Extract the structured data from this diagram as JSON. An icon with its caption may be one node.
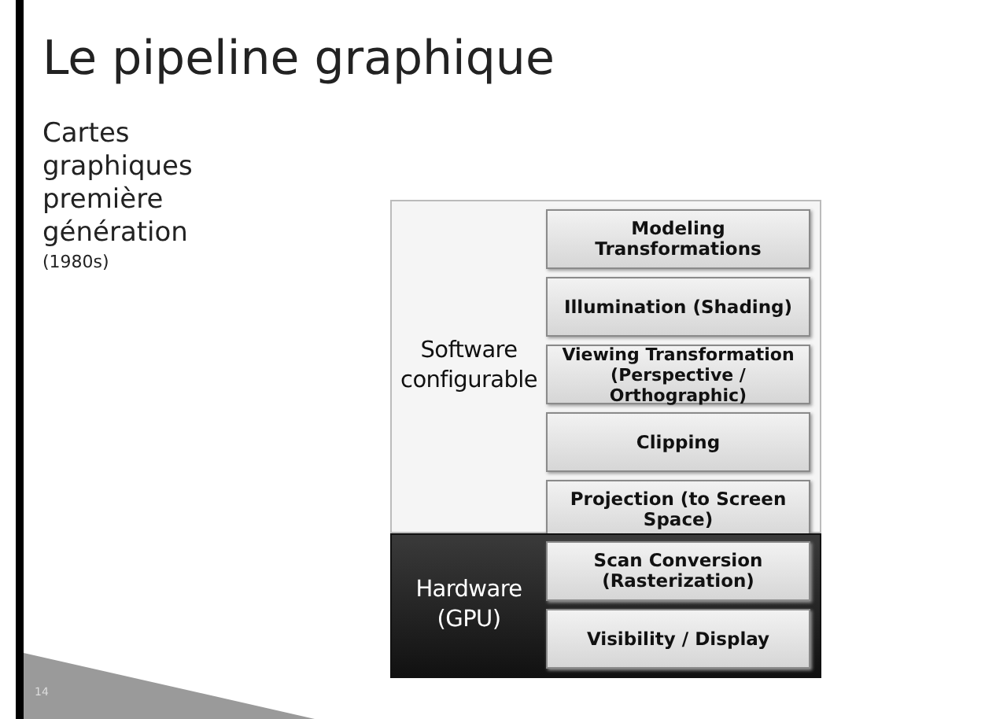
{
  "diagram": {
    "title": "Le pipeline graphique",
    "nodes": [
      {
        "text": [
          "Software configurable"
        ]
      },
      {
        "text": [
          "Modeling Transformations"
        ],
        "in": 0
      },
      {
        "text": [
          "Illumination (Shading)"
        ],
        "in": 0
      },
      {
        "text": [
          "Viewing Transformation (Perspective / Orthographic)"
        ],
        "in": 0
      },
      {
        "text": [
          "Clipping"
        ],
        "in": 0
      },
      {
        "text": [
          "Projection (to Screen Space)"
        ],
        "in": 0
      },
      {
        "text": [
          "Hardware (GPU)"
        ]
      },
      {
        "text": [
          "Scan Conversion (Rasterization)"
        ],
        "in": 6
      },
      {
        "text": [
          "Visibility / Display"
        ],
        "in": 6
      }
    ],
    "edges": [],
    "labels": [
      "Cartes graphiques première génération",
      "(1980s)",
      "14"
    ]
  }
}
